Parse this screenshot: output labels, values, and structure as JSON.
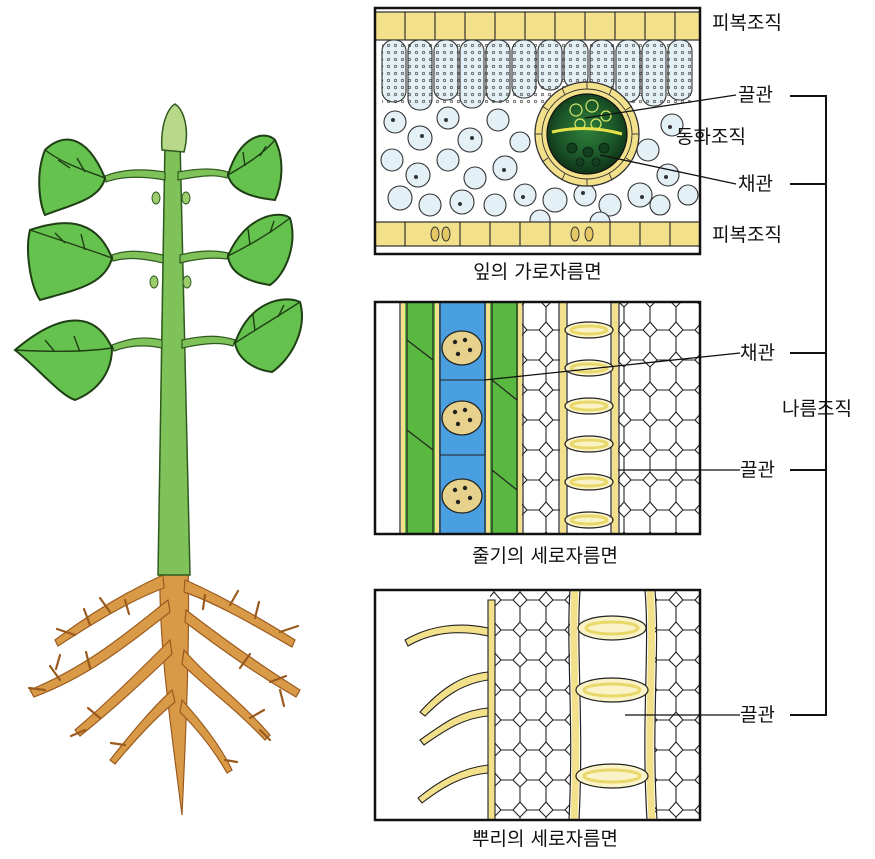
{
  "panels": [
    {
      "caption": "잎의 가로자름면",
      "labels": {
        "top_epidermis": "피복조직",
        "xylem": "끌관",
        "assimilation": "동화조직",
        "phloem": "채관",
        "bottom_epidermis": "피복조직"
      }
    },
    {
      "caption": "줄기의 세로자름면",
      "labels": {
        "phloem": "채관",
        "xylem": "끌관"
      }
    },
    {
      "caption": "뿌리의 세로자름면",
      "labels": {
        "xylem": "끌관"
      }
    }
  ],
  "group_label": "나름조직",
  "colors": {
    "leaf_green": "#5cbf45",
    "root_brown": "#c98a3a",
    "epidermis_yellow": "#f3e08a",
    "vessel_yellow": "#f4e9a8",
    "phloem_blue": "#4a9fe0",
    "cell_pale_blue": "#e3f0f6"
  }
}
